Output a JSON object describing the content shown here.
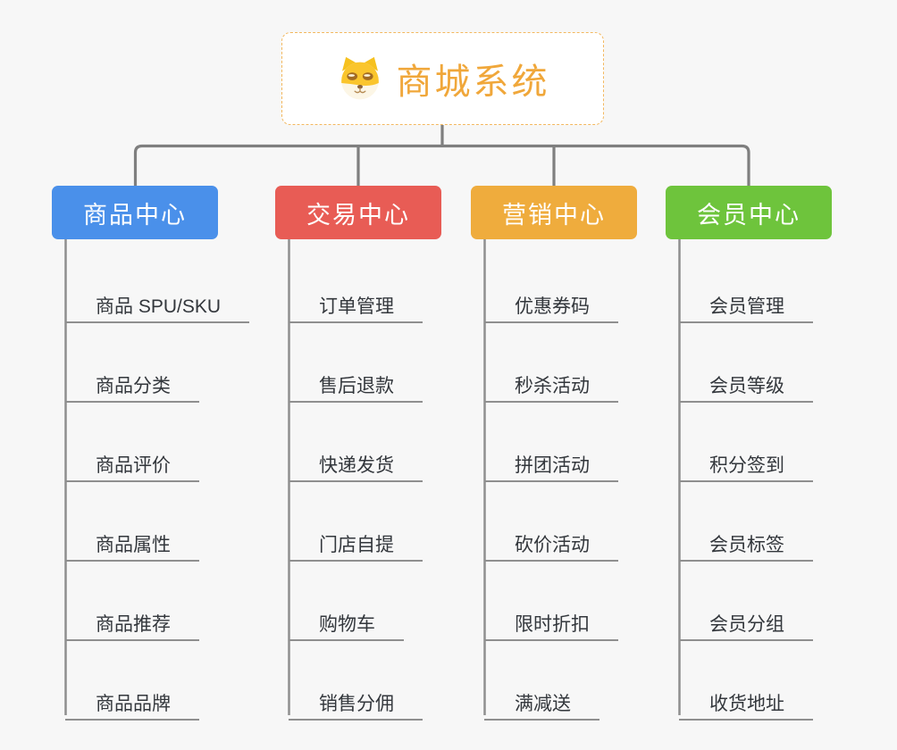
{
  "root": {
    "title": "商城系统",
    "icon": "shiba-dog-icon"
  },
  "branches": [
    {
      "label": "商品中心",
      "color": "#4a90ea",
      "items": [
        "商品 SPU/SKU",
        "商品分类",
        "商品评价",
        "商品属性",
        "商品推荐",
        "商品品牌"
      ]
    },
    {
      "label": "交易中心",
      "color": "#e85c55",
      "items": [
        "订单管理",
        "售后退款",
        "快递发货",
        "门店自提",
        "购物车",
        "销售分佣"
      ]
    },
    {
      "label": "营销中心",
      "color": "#efac3d",
      "items": [
        "优惠券码",
        "秒杀活动",
        "拼团活动",
        "砍价活动",
        "限时折扣",
        "满减送"
      ]
    },
    {
      "label": "会员中心",
      "color": "#6ec43c",
      "items": [
        "会员管理",
        "会员等级",
        "积分签到",
        "会员标签",
        "会员分组",
        "收货地址"
      ]
    }
  ],
  "colors": {
    "background": "#f7f7f7",
    "connector": "#7f7f7f",
    "underline": "#8f8f8f",
    "item_text": "#33373c",
    "root_text": "#f0a73a",
    "root_border": "#f3b85f",
    "node_text": "#ffffff"
  }
}
